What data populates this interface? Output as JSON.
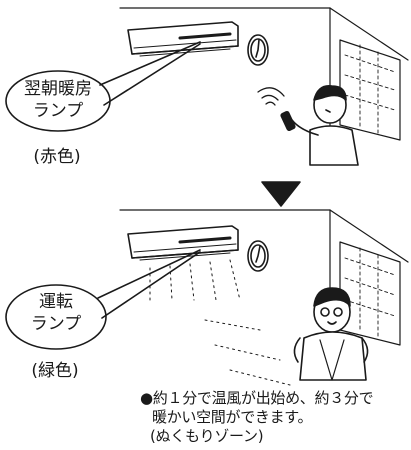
{
  "scene_top": {
    "bubble_line1": "翌朝暖房",
    "bubble_line2": "ランプ",
    "color_label": "(赤色)"
  },
  "scene_bottom": {
    "bubble_line1": "運転",
    "bubble_line2": "ランプ",
    "color_label": "(緑色)"
  },
  "note": {
    "line1": "●約１分で温風が出始め、約３分で",
    "line2": "暖かい空間ができます。",
    "line3": "(ぬくもりゾーン)"
  },
  "colors": {
    "ink": "#1a1a1a",
    "arrow": "#1a1a1a",
    "paper": "#ffffff",
    "shade": "#d8d8d8"
  },
  "icons": [
    "air-conditioner-icon",
    "wall-clock-icon",
    "window-icon",
    "person-with-remote-icon",
    "person-warm-icon",
    "down-arrow-icon"
  ]
}
